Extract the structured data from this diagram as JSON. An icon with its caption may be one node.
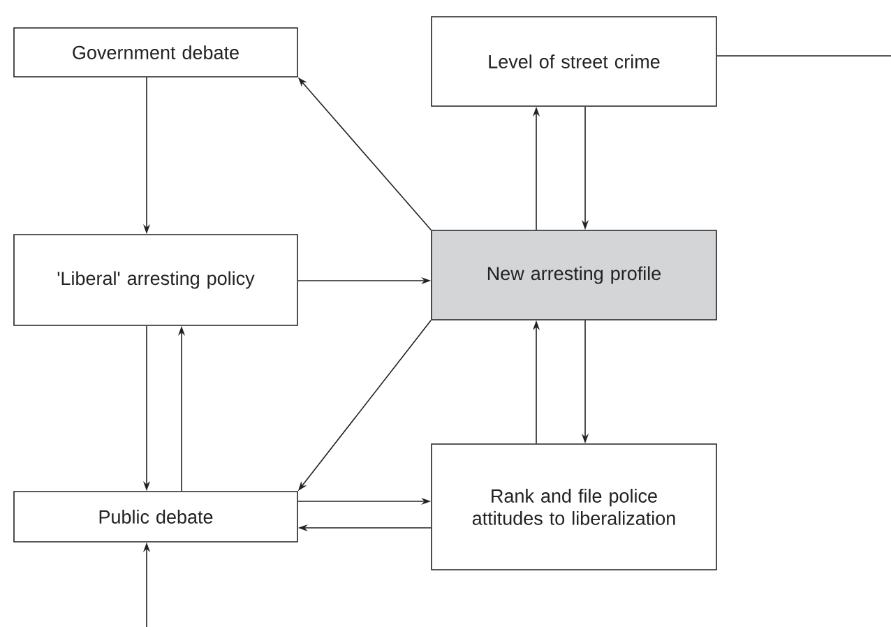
{
  "diagram": {
    "nodes": [
      {
        "text": [
          "Government debate"
        ]
      },
      {
        "text": [
          "Level of street crime"
        ]
      },
      {
        "text": [
          "'Liberal' arresting policy"
        ]
      },
      {
        "text": [
          "New arresting profile"
        ]
      },
      {
        "text": [
          "Rank and file police attitudes to liberalization"
        ]
      },
      {
        "text": [
          "Public debate"
        ]
      }
    ],
    "edges": [
      {
        "from": 0,
        "to": 2,
        "arrow": "to"
      },
      {
        "from": 3,
        "to": 0,
        "arrow": "to"
      },
      {
        "from": 2,
        "to": 3,
        "arrow": "to"
      },
      {
        "from": 3,
        "to": 1,
        "arrow": "to"
      },
      {
        "from": 1,
        "to": 3,
        "arrow": "to"
      },
      {
        "from": 2,
        "to": 5,
        "arrow": "to"
      },
      {
        "from": 5,
        "to": 2,
        "arrow": "to"
      },
      {
        "from": 3,
        "to": 5,
        "arrow": "to"
      },
      {
        "from": 5,
        "to": 4,
        "arrow": "to"
      },
      {
        "from": 4,
        "to": 5,
        "arrow": "to"
      },
      {
        "from": 3,
        "to": 4,
        "arrow": "to"
      },
      {
        "from": 4,
        "to": 3,
        "arrow": "to"
      },
      {
        "from": null,
        "to": 5,
        "arrow": "to"
      },
      {
        "from": 1,
        "to": null,
        "arrow": "none"
      }
    ]
  }
}
